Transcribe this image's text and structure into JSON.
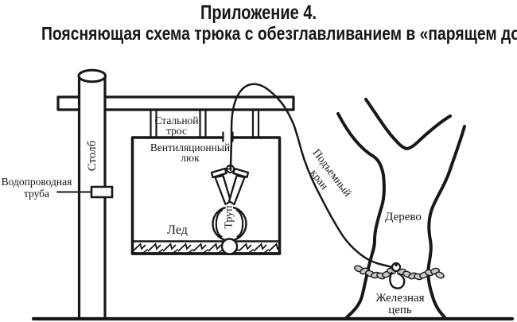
{
  "title": {
    "line1": "Приложение 4.",
    "line2": "Поясняющая схема трюка с обезглавливанием в «парящем доме»"
  },
  "diagram": {
    "labels": {
      "pole": "Столб",
      "water_pipe_line1": "Водопроводная",
      "water_pipe_line2": "труба",
      "steel_cable_line1": "Стальной",
      "steel_cable_line2": "трос",
      "vent_hatch_line1": "Вентиляционный",
      "vent_hatch_line2": "люк",
      "ice": "Лед",
      "corpse": "Труп",
      "crane_line1": "Подъемный",
      "crane_line2": "кран",
      "tree": "Дерево",
      "chain_line1": "Железная",
      "chain_line2": "цепь"
    },
    "colors": {
      "ink": "#171717",
      "paper": "#ffffff",
      "chain": "#c9c9c9"
    }
  }
}
